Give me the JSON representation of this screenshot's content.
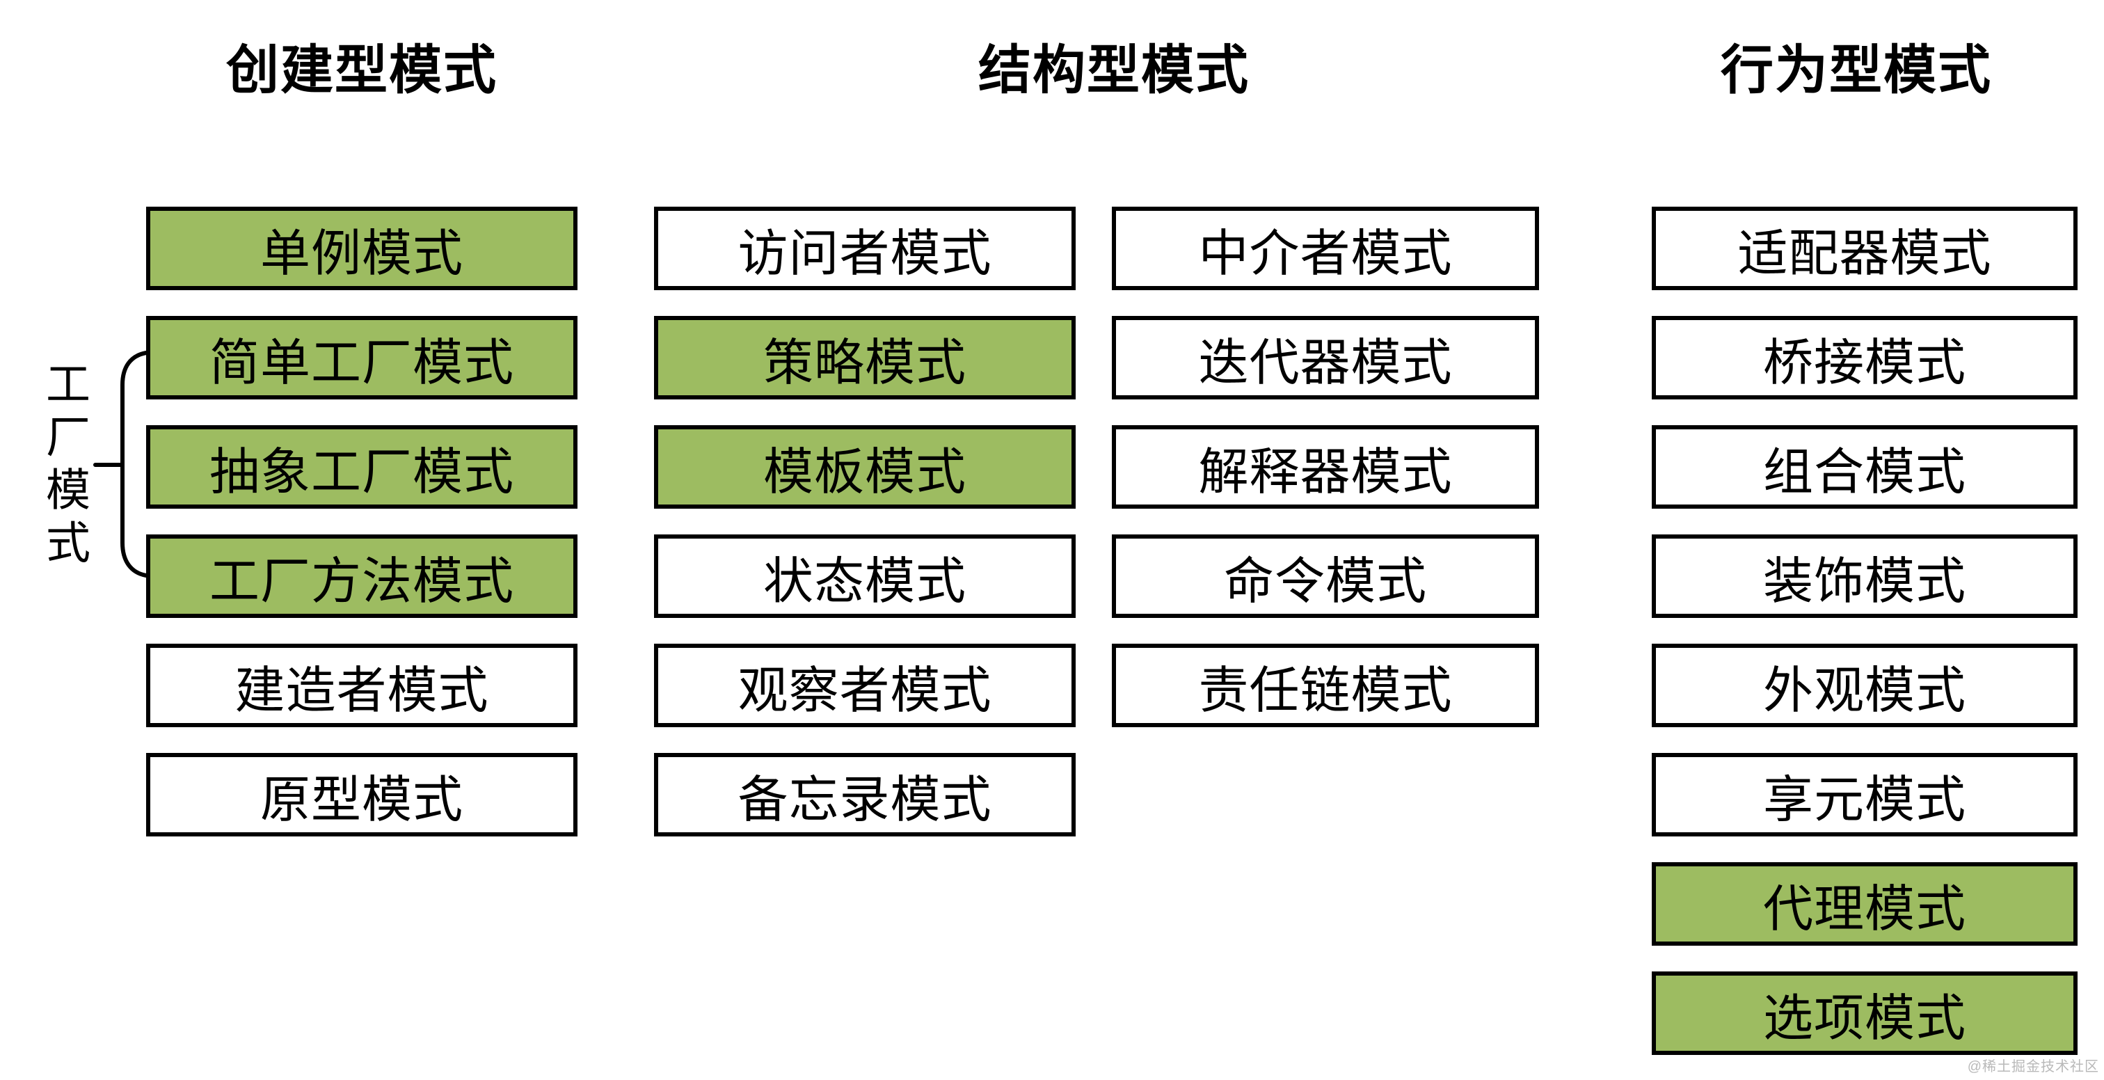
{
  "headers": [
    {
      "label": "创建型模式"
    },
    {
      "label": "结构型模式"
    },
    {
      "label": "行为型模式"
    }
  ],
  "factory_group": {
    "label": "工厂模式"
  },
  "columns": [
    {
      "items": [
        {
          "label": "单例模式",
          "highlight": true
        },
        {
          "label": "简单工厂模式",
          "highlight": true
        },
        {
          "label": "抽象工厂模式",
          "highlight": true
        },
        {
          "label": "工厂方法模式",
          "highlight": true
        },
        {
          "label": "建造者模式",
          "highlight": false
        },
        {
          "label": "原型模式",
          "highlight": false
        }
      ]
    },
    {
      "items": [
        {
          "label": "访问者模式",
          "highlight": false
        },
        {
          "label": "策略模式",
          "highlight": true
        },
        {
          "label": "模板模式",
          "highlight": true
        },
        {
          "label": "状态模式",
          "highlight": false
        },
        {
          "label": "观察者模式",
          "highlight": false
        },
        {
          "label": "备忘录模式",
          "highlight": false
        }
      ]
    },
    {
      "items": [
        {
          "label": "中介者模式",
          "highlight": false
        },
        {
          "label": "迭代器模式",
          "highlight": false
        },
        {
          "label": "解释器模式",
          "highlight": false
        },
        {
          "label": "命令模式",
          "highlight": false
        },
        {
          "label": "责任链模式",
          "highlight": false
        }
      ]
    },
    {
      "items": [
        {
          "label": "适配器模式",
          "highlight": false
        },
        {
          "label": "桥接模式",
          "highlight": false
        },
        {
          "label": "组合模式",
          "highlight": false
        },
        {
          "label": "装饰模式",
          "highlight": false
        },
        {
          "label": "外观模式",
          "highlight": false
        },
        {
          "label": "享元模式",
          "highlight": false
        },
        {
          "label": "代理模式",
          "highlight": true
        },
        {
          "label": "选项模式",
          "highlight": true
        }
      ]
    }
  ],
  "colors": {
    "highlight_fill": "#9dbc61",
    "box_fill": "#ffffff",
    "box_border": "#000000",
    "text": "#000000",
    "watermark": "#b9b9b9"
  },
  "watermark": {
    "label": "@稀土掘金技术社区"
  }
}
